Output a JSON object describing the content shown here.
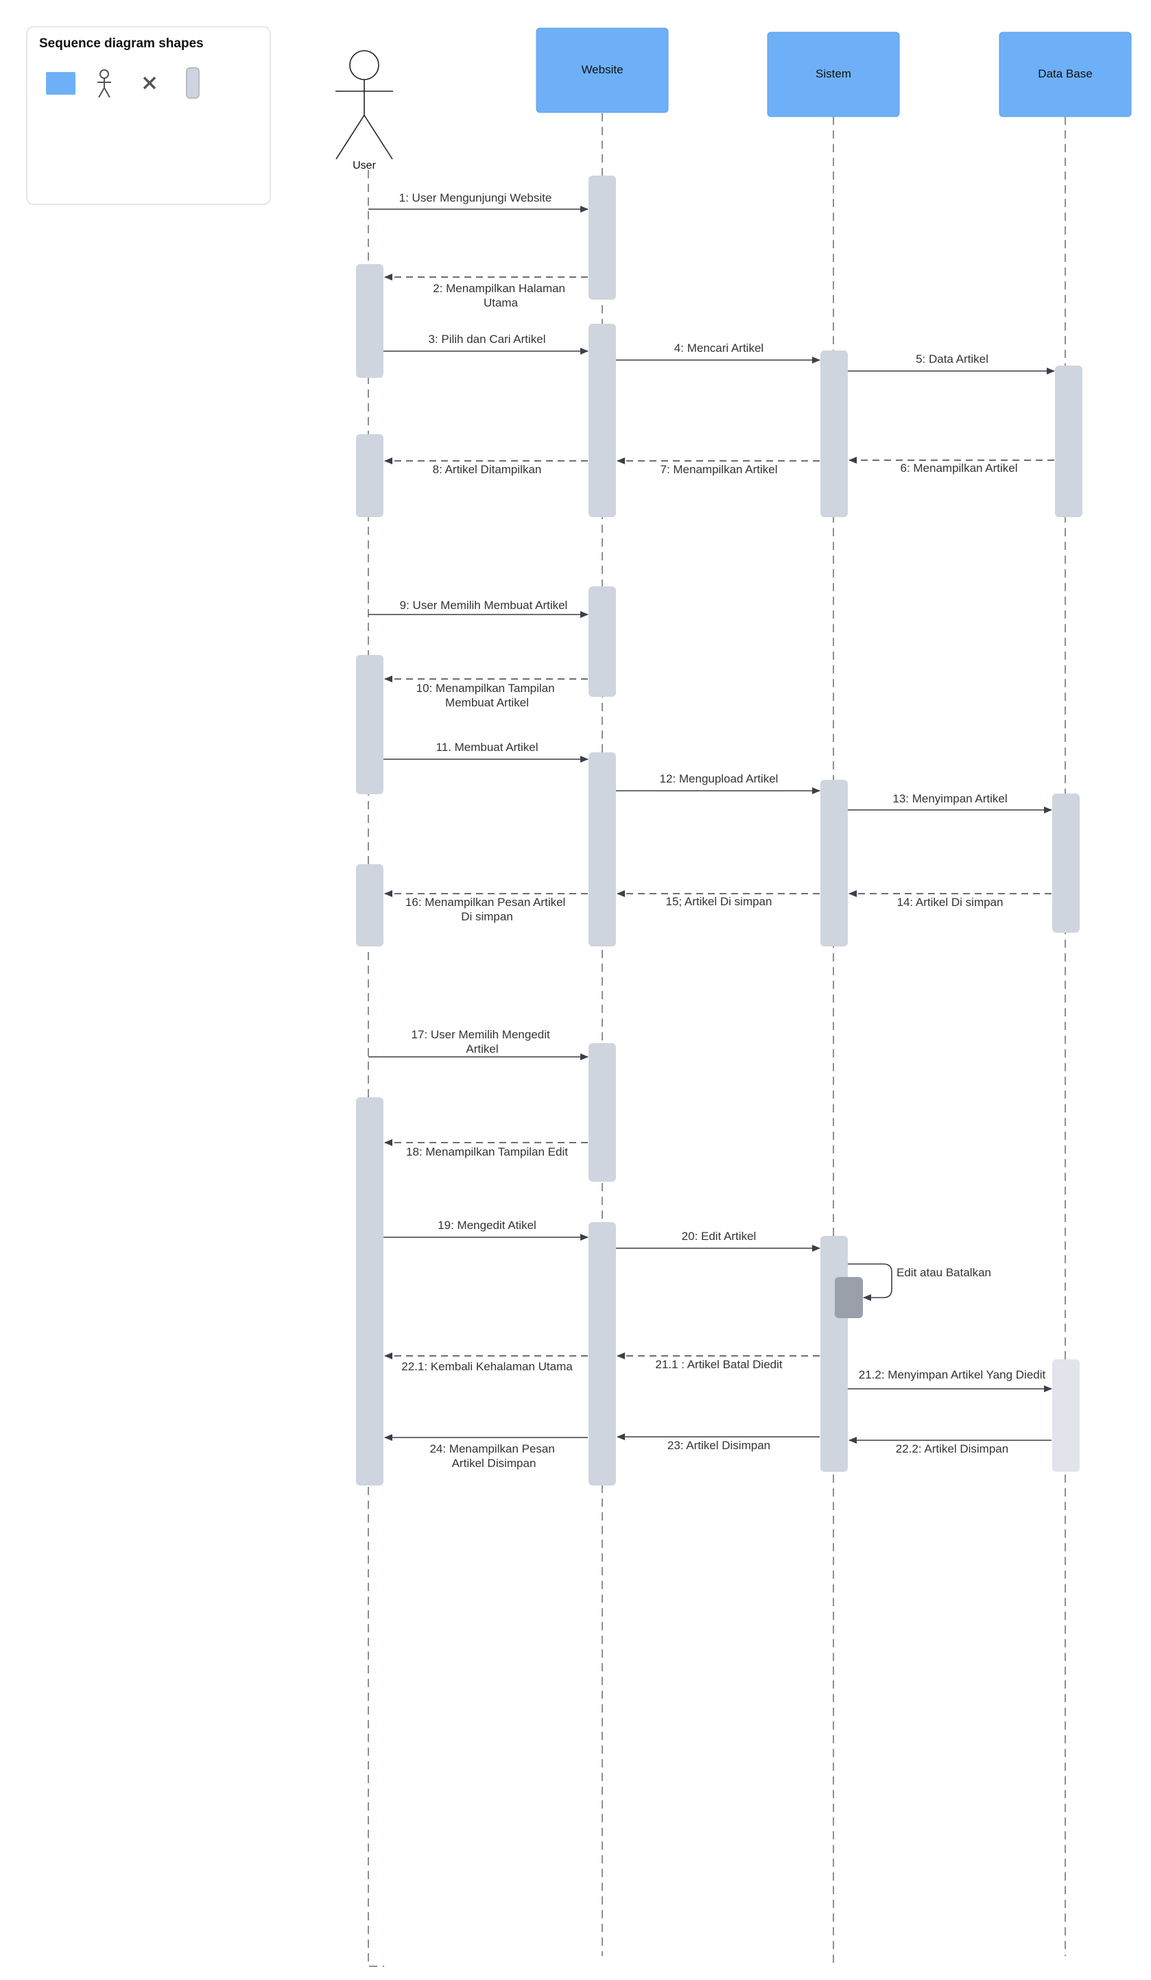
{
  "legend": {
    "title": "Sequence diagram shapes",
    "shapes": [
      {
        "name": "lifeline-box",
        "icon": "blue-rectangle"
      },
      {
        "name": "actor",
        "icon": "stick-figure-icon"
      },
      {
        "name": "destroy",
        "icon": "x-icon"
      },
      {
        "name": "activation",
        "icon": "activation-bar-icon"
      }
    ]
  },
  "participants": [
    {
      "id": "user",
      "label": "User",
      "kind": "actor"
    },
    {
      "id": "website",
      "label": "Website",
      "kind": "box"
    },
    {
      "id": "sistem",
      "label": "Sistem",
      "kind": "box"
    },
    {
      "id": "database",
      "label": "Data Base",
      "kind": "box"
    }
  ],
  "messages": [
    {
      "label": [
        "1: User Mengunjungi Website"
      ],
      "from": "user",
      "to": "website",
      "type": "call"
    },
    {
      "label": [
        "2: Menampilkan Halaman",
        "Utama"
      ],
      "from": "website",
      "to": "user",
      "type": "return"
    },
    {
      "label": [
        "3: Pilih dan Cari Artikel"
      ],
      "from": "user",
      "to": "website",
      "type": "call"
    },
    {
      "label": [
        "4: Mencari Artikel"
      ],
      "from": "website",
      "to": "sistem",
      "type": "call"
    },
    {
      "label": [
        "5: Data Artikel"
      ],
      "from": "sistem",
      "to": "database",
      "type": "call"
    },
    {
      "label": [
        "6: Menampilkan Artikel"
      ],
      "from": "database",
      "to": "sistem",
      "type": "return"
    },
    {
      "label": [
        "7: Menampilkan Artikel"
      ],
      "from": "sistem",
      "to": "website",
      "type": "return"
    },
    {
      "label": [
        "8: Artikel Ditampilkan"
      ],
      "from": "website",
      "to": "user",
      "type": "return"
    },
    {
      "label": [
        "9: User Memilih Membuat Artikel"
      ],
      "from": "user",
      "to": "website",
      "type": "call"
    },
    {
      "label": [
        "10: Menampilkan Tampilan",
        "Membuat Artikel"
      ],
      "from": "website",
      "to": "user",
      "type": "return"
    },
    {
      "label": [
        "11. Membuat Artikel"
      ],
      "from": "user",
      "to": "website",
      "type": "call"
    },
    {
      "label": [
        "12: Mengupload Artikel"
      ],
      "from": "website",
      "to": "sistem",
      "type": "call"
    },
    {
      "label": [
        "13: Menyimpan Artikel"
      ],
      "from": "sistem",
      "to": "database",
      "type": "call"
    },
    {
      "label": [
        "14: Artikel Di simpan"
      ],
      "from": "database",
      "to": "sistem",
      "type": "return"
    },
    {
      "label": [
        "15; Artikel Di simpan"
      ],
      "from": "sistem",
      "to": "website",
      "type": "return"
    },
    {
      "label": [
        "16: Menampilkan Pesan Artikel",
        "Di simpan"
      ],
      "from": "website",
      "to": "user",
      "type": "return"
    },
    {
      "label": [
        "17: User Memilih Mengedit",
        "Artikel"
      ],
      "from": "user",
      "to": "website",
      "type": "call"
    },
    {
      "label": [
        "18: Menampilkan Tampilan Edit"
      ],
      "from": "website",
      "to": "user",
      "type": "return"
    },
    {
      "label": [
        "19: Mengedit Atikel"
      ],
      "from": "user",
      "to": "website",
      "type": "call"
    },
    {
      "label": [
        "20: Edit Artikel"
      ],
      "from": "website",
      "to": "sistem",
      "type": "call"
    },
    {
      "label": [
        "Edit atau Batalkan"
      ],
      "from": "sistem",
      "to": "sistem",
      "type": "self"
    },
    {
      "label": [
        "21.1 : Artikel Batal Diedit"
      ],
      "from": "sistem",
      "to": "website",
      "type": "return"
    },
    {
      "label": [
        "22.1: Kembali Kehalaman Utama"
      ],
      "from": "website",
      "to": "user",
      "type": "return"
    },
    {
      "label": [
        "21.2: Menyimpan Artikel Yang Diedit"
      ],
      "from": "sistem",
      "to": "database",
      "type": "call"
    },
    {
      "label": [
        "22.2: Artikel Disimpan"
      ],
      "from": "database",
      "to": "sistem",
      "type": "call"
    },
    {
      "label": [
        "23: Artikel Disimpan"
      ],
      "from": "sistem",
      "to": "website",
      "type": "call"
    },
    {
      "label": [
        "24: Menampilkan Pesan",
        "Artikel Disimpan"
      ],
      "from": "website",
      "to": "user",
      "type": "call"
    }
  ],
  "colors": {
    "participant_fill": "#6eb0f7",
    "participant_stroke": "#5b9ee6",
    "activation_fill": "#cfd5de",
    "activation_fill_light": "#e1e4ea",
    "activation_dark": "#9aa0a9",
    "lifeline": "#8a8f99",
    "arrow": "#3a3f48",
    "text": "#333333",
    "legend_border": "#e3e6ea"
  }
}
